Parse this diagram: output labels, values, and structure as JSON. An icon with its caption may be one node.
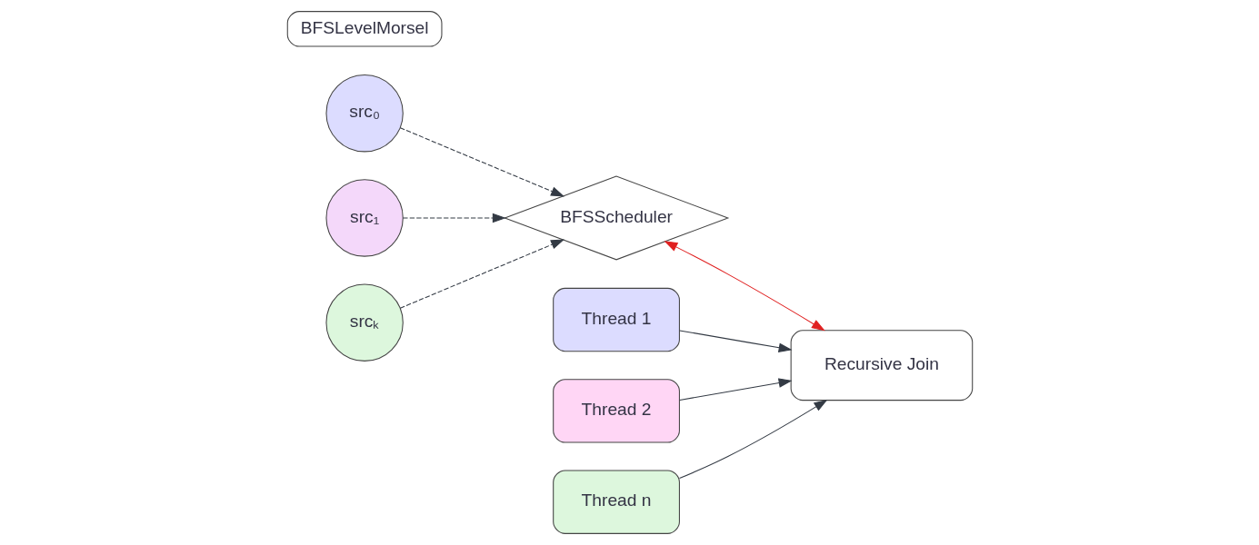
{
  "diagram": {
    "nodes": [
      {
        "text": [
          "src₀"
        ]
      },
      {
        "text": [
          "src₁"
        ]
      },
      {
        "text": [
          "srcₖ"
        ]
      },
      {
        "text": [
          "BFSScheduler"
        ]
      },
      {
        "text": [
          "Recursive Join"
        ]
      },
      {
        "text": [
          "Thread 1"
        ]
      },
      {
        "text": [
          "Thread 2"
        ]
      },
      {
        "text": [
          "Thread n"
        ]
      },
      {
        "text": [
          "BFSLevelMorsel"
        ]
      }
    ],
    "edges": [
      {
        "from": 0,
        "to": 3,
        "arrow": "to",
        "style": "dashed"
      },
      {
        "from": 1,
        "to": 3,
        "arrow": "to",
        "style": "dashed"
      },
      {
        "from": 2,
        "to": 3,
        "arrow": "to",
        "style": "dashed"
      },
      {
        "from": 3,
        "to": 4,
        "arrow": "both",
        "color": "#e02020"
      },
      {
        "from": 5,
        "to": 4,
        "arrow": "to"
      },
      {
        "from": 6,
        "to": 4,
        "arrow": "to"
      },
      {
        "from": 7,
        "to": 4,
        "arrow": "to"
      }
    ]
  }
}
